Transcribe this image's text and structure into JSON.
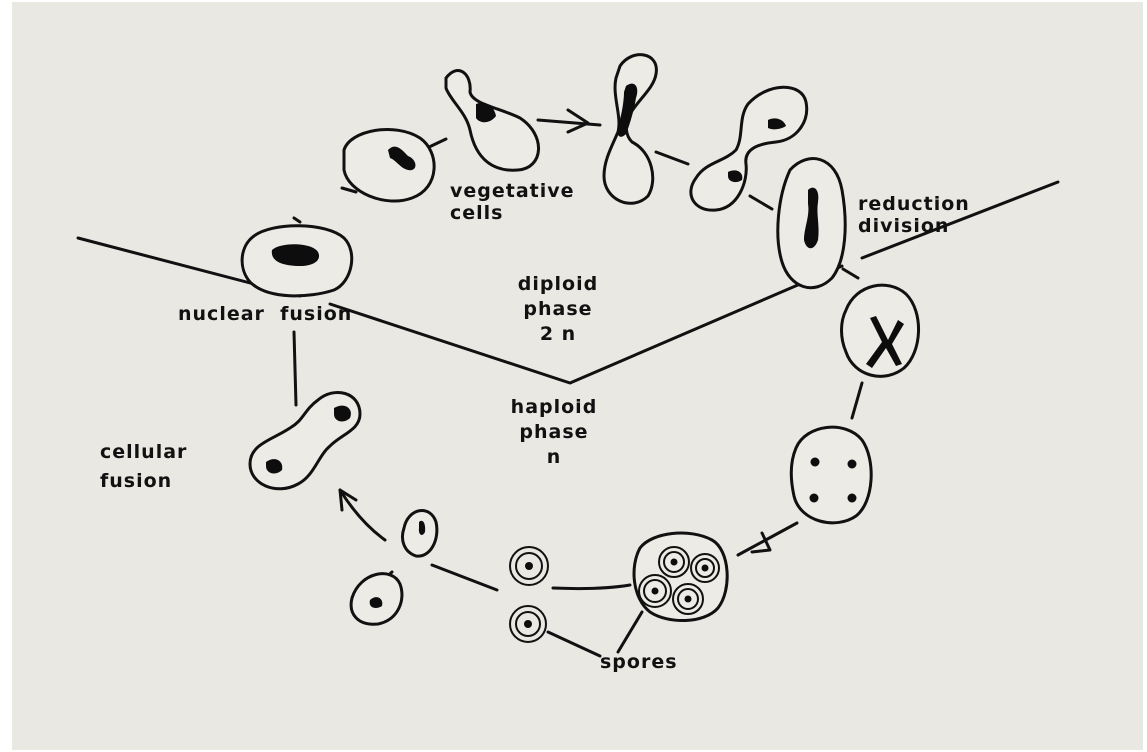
{
  "labels": {
    "vegetative_cells": [
      "vegetative",
      "cells"
    ],
    "reduction_division": [
      "reduction",
      "division"
    ],
    "nuclear_fusion": "nuclear  fusion",
    "cellular_fusion": [
      "cellular",
      "fusion"
    ],
    "diploid_phase": [
      "diploid",
      "phase",
      "2 n"
    ],
    "haploid_phase": [
      "haploid",
      "phase",
      "n"
    ],
    "spores": "spores"
  },
  "colors": {
    "ink": "#111111",
    "paper": "#e9e8e3",
    "border": "#ffffff"
  }
}
